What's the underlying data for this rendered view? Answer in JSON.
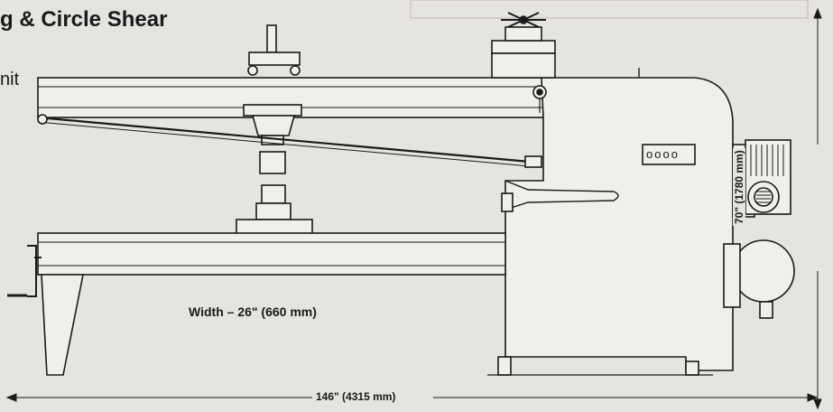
{
  "header": {
    "title": "g & Circle Shear",
    "subtitle": "nit"
  },
  "dimensions": {
    "width": "Width – 26\" (660 mm)",
    "length": "146\" (4315 mm)",
    "height": "70\" (1780 mm)"
  },
  "gauge": {
    "label": "oooo"
  }
}
